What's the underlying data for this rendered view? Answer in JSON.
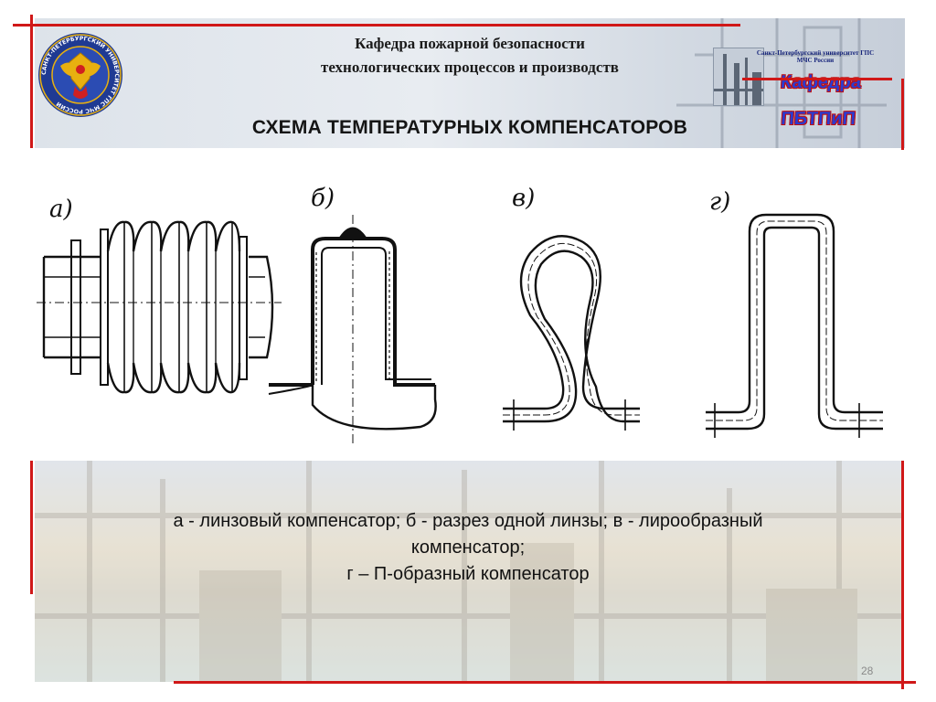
{
  "header": {
    "department_line1": "Кафедра пожарной безопасности",
    "department_line2": "технологических процессов и производств",
    "slide_title": "СХЕМА ТЕМПЕРАТУРНЫХ КОМПЕНСАТОРОВ",
    "logo_university": "Санкт-Петербургский университет ГПС МЧС России",
    "logo_department": "Кафедра ПБТПиП",
    "emblem_ring_text": "САНКТ-ПЕТЕРБУРГСКИЙ УНИВЕРСИТЕТ ГПС МЧС РОССИИ"
  },
  "figure": {
    "labels": [
      "а)",
      "б)",
      "в)",
      "г)"
    ]
  },
  "caption": {
    "line1": "а - линзовый компенсатор; б - разрез одной линзы; в - лирообразный",
    "line2": "компенсатор;",
    "line3": "г – П-образный компенсатор"
  },
  "footer": {
    "page_number": "28"
  },
  "colors": {
    "frame_red": "#d01818",
    "emblem_blue": "#1f3a93",
    "emblem_gold": "#e8b010",
    "logo_blue": "#2b3bd0"
  },
  "icons": {
    "emblem": "university-emblem-icon",
    "logo": "department-logo-icon"
  }
}
